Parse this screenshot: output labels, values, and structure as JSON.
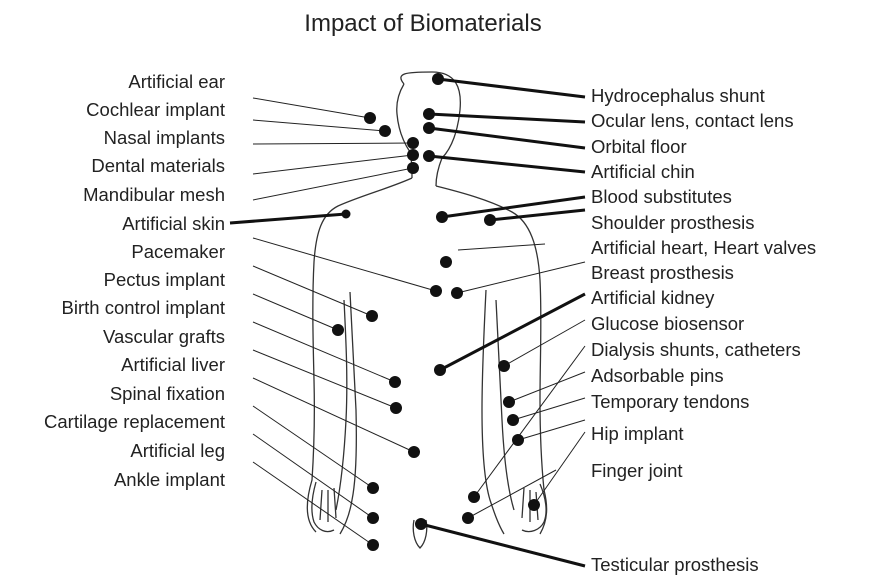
{
  "title": "Impact of Biomaterials",
  "left_labels": [
    "Artificial ear",
    "Cochlear implant",
    "Nasal implants",
    "Dental materials",
    "Mandibular mesh",
    "Artificial skin",
    "Pacemaker",
    "Pectus implant",
    "Birth control implant",
    "Vascular grafts",
    "Artificial liver",
    "Spinal fixation",
    "Cartilage replacement",
    "Artificial leg",
    "Ankle implant"
  ],
  "right_labels": [
    "Hydrocephalus shunt",
    "Ocular lens, contact lens",
    "Orbital floor",
    "Artificial chin",
    "Blood substitutes",
    "Shoulder prosthesis",
    "Artificial heart, Heart valves",
    "Breast prosthesis",
    "Artificial kidney",
    "Glucose biosensor",
    "Dialysis shunts, catheters",
    "Adsorbable pins",
    "Temporary tendons",
    "Hip implant",
    "Finger joint",
    "Testicular prosthesis"
  ]
}
